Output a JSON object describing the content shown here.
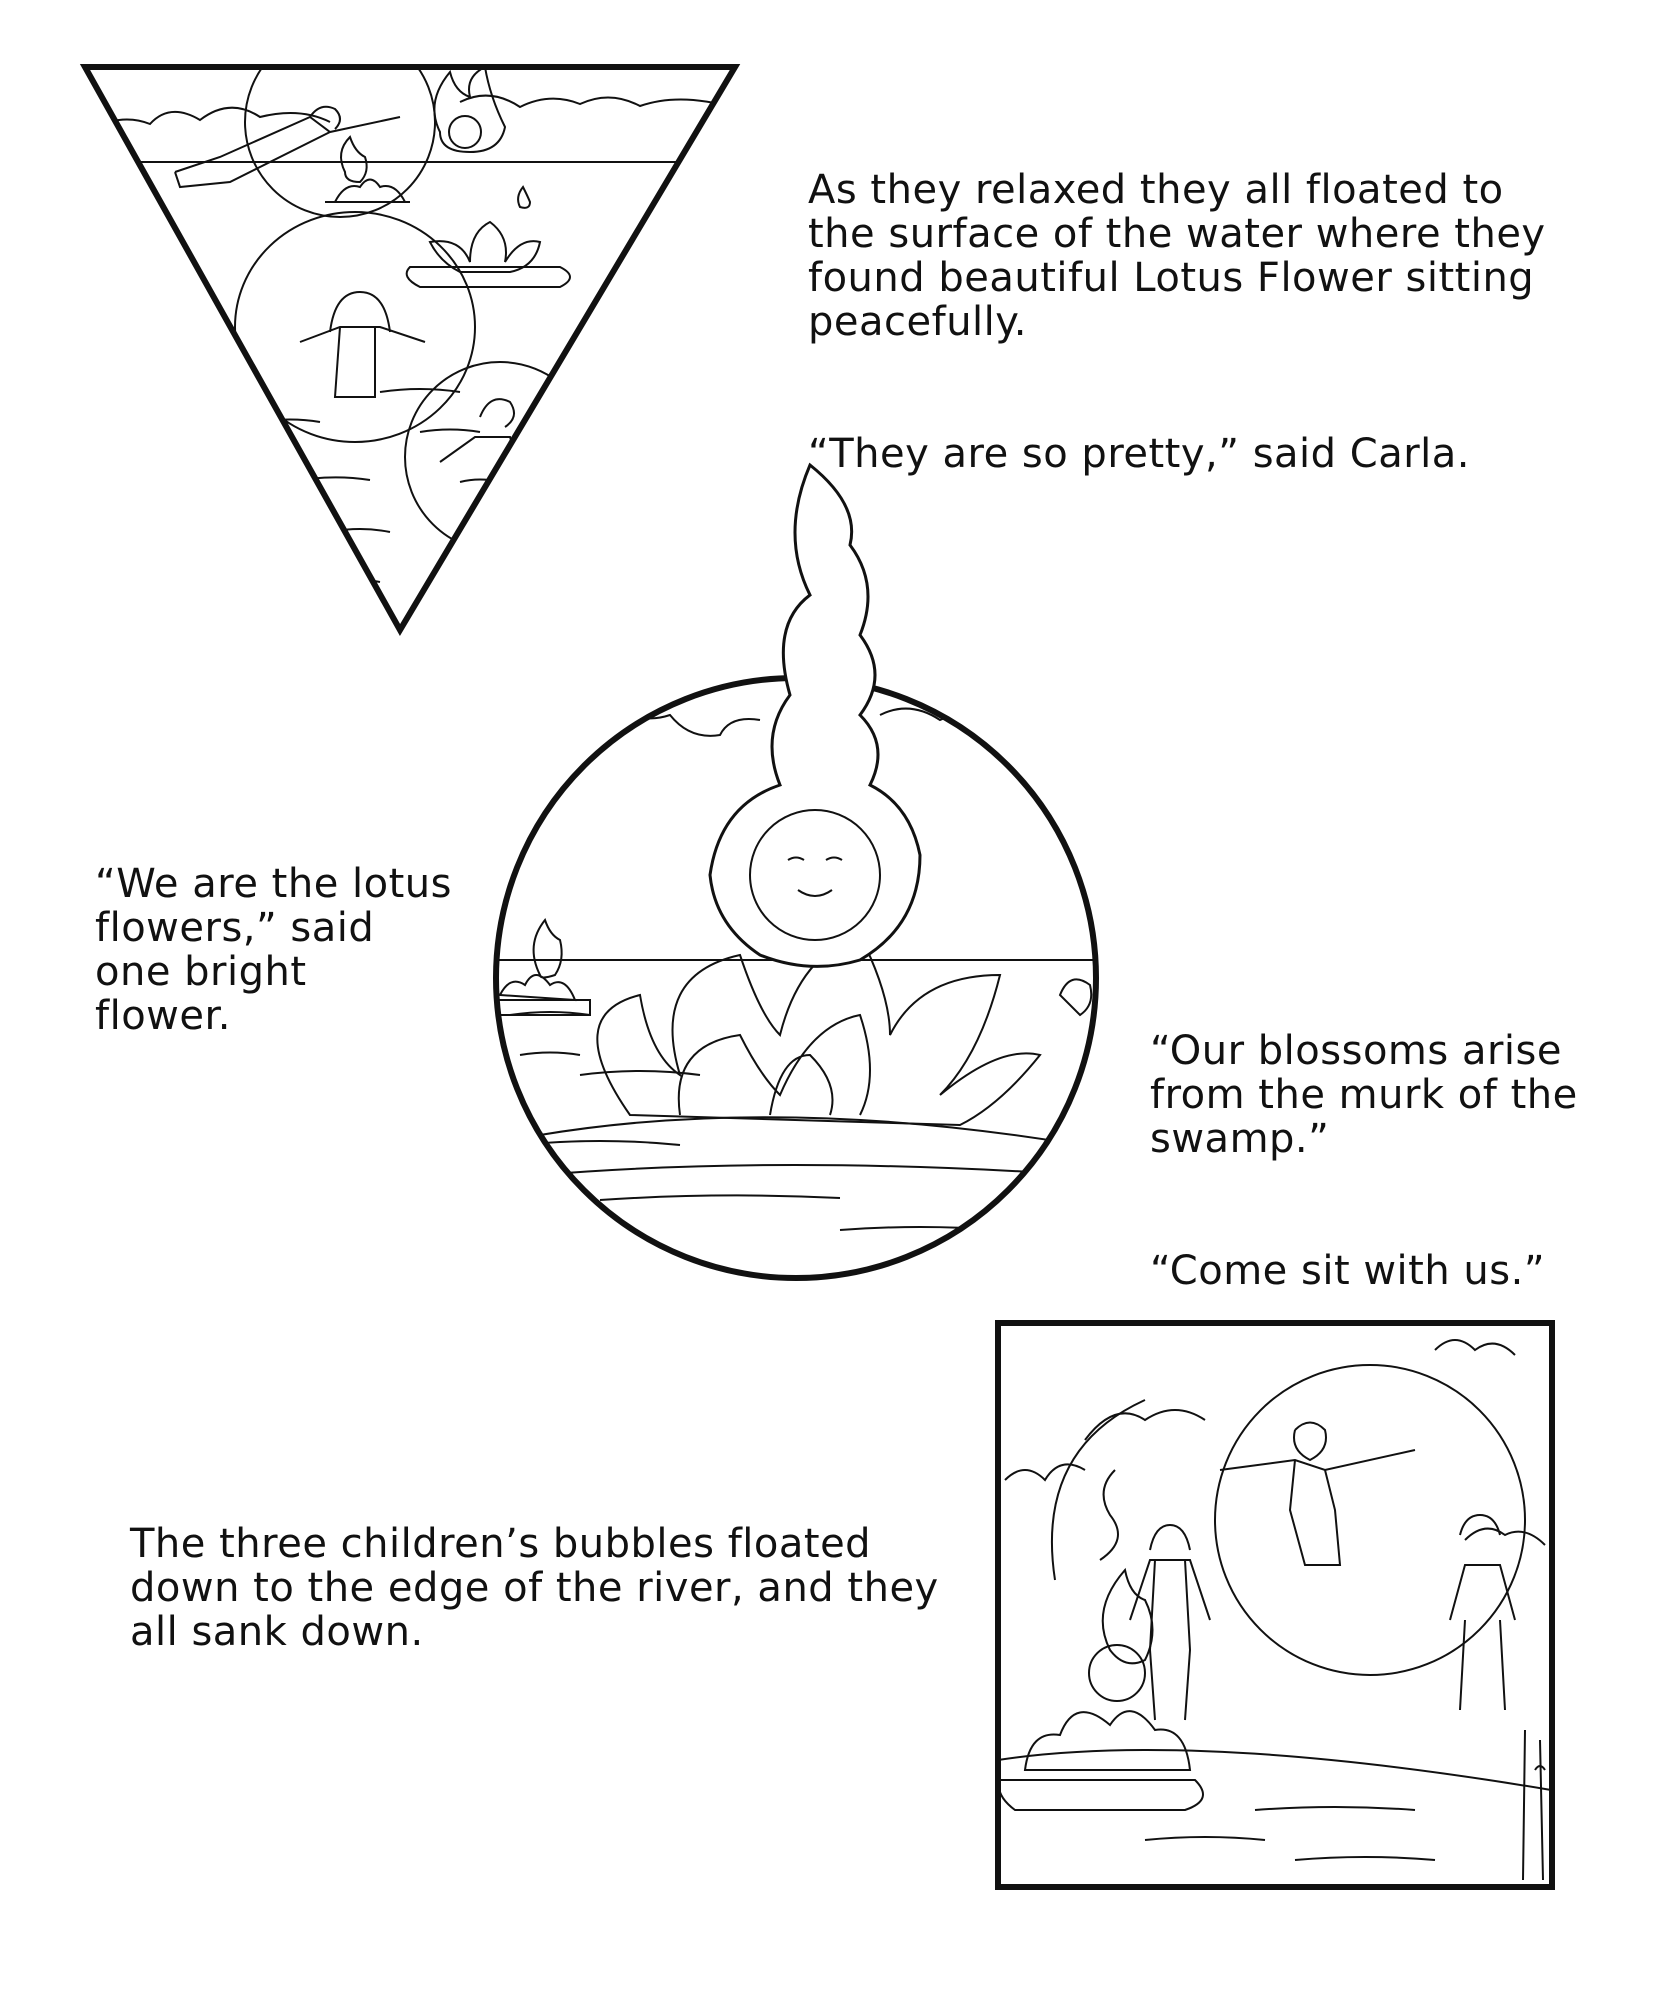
{
  "page": {
    "background": "#ffffff",
    "ink": "#111111"
  },
  "captions": {
    "top_right": [
      "As they relaxed they all floated to\nthe surface of the water where they\nfound beautiful Lotus Flower sitting\npeacefully.",
      "“They are so pretty,” said Carla."
    ],
    "middle_left": "“We are the lotus\nflowers,” said\none bright\nflower.",
    "middle_right": [
      "“Our blossoms arise\nfrom the murk of the\nswamp.”",
      "“Come sit with us.”"
    ],
    "bottom_left": "The three children’s bubbles floated\ndown to the edge of the river, and they\nall sank down."
  },
  "panels": {
    "triangle": {
      "scene": "three children floating in bubbles above lotus flowers on the water, fire spirits above"
    },
    "circle": {
      "scene": "flame spirit with a smiling face rising above a large lotus flower on a lily pad"
    },
    "square": {
      "scene": "three children sinking down beside the river edge, a flame spirit above a lotus flower"
    }
  }
}
